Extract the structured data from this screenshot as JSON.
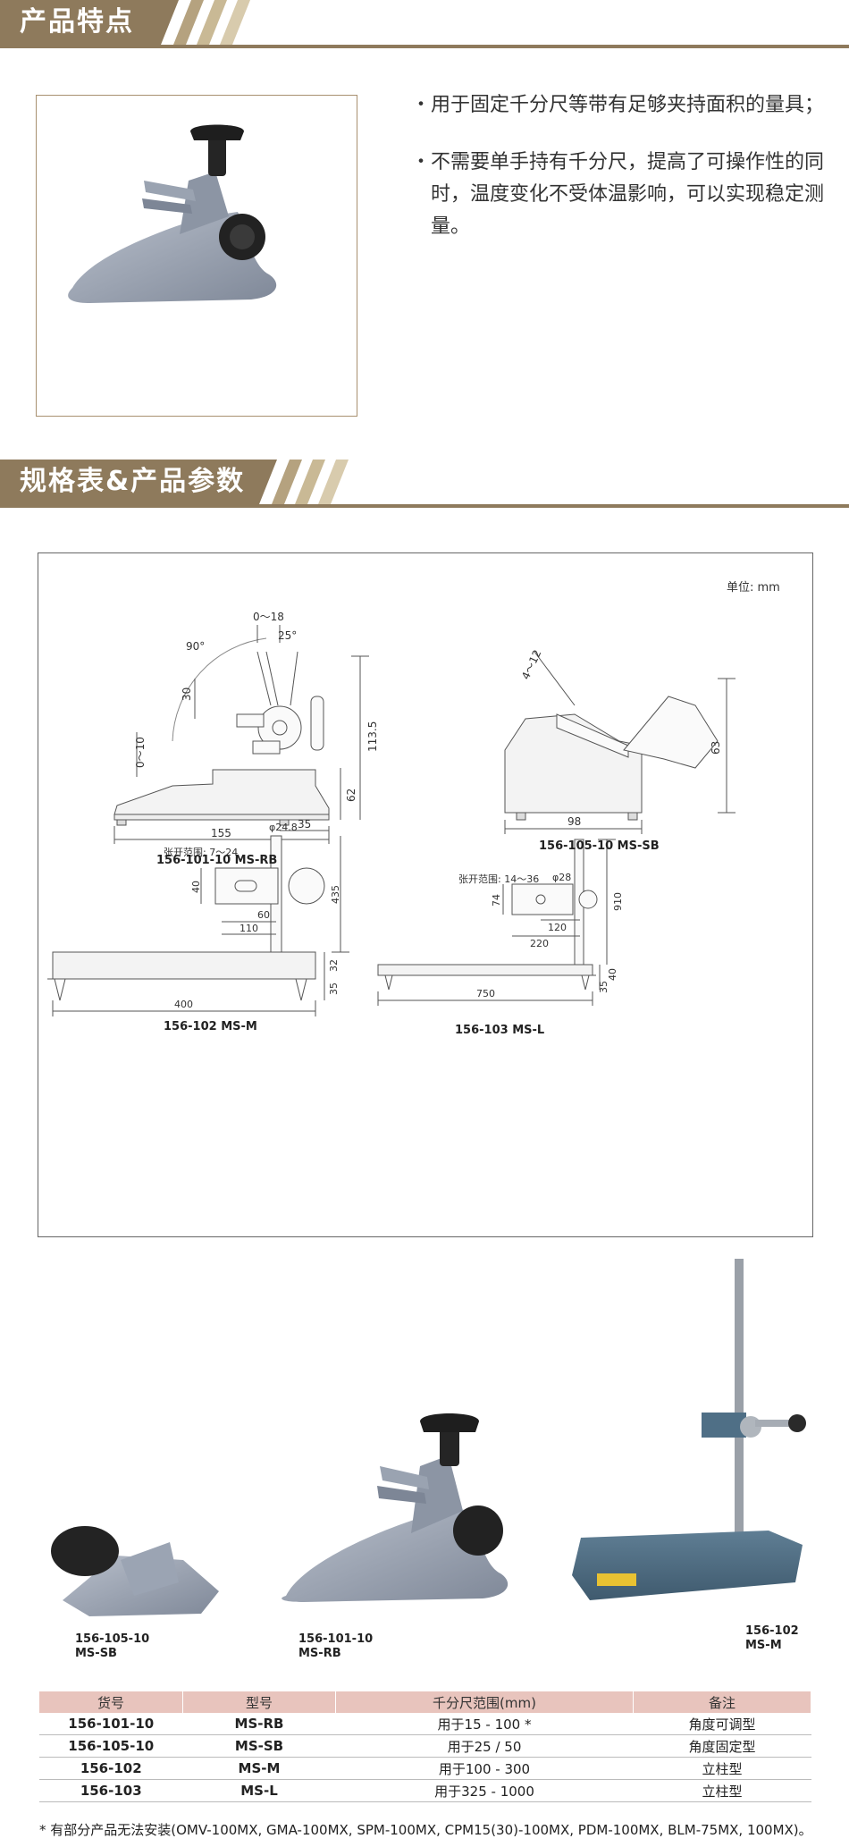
{
  "section1": {
    "title": "产品特点"
  },
  "features": [
    {
      "bullet": "・",
      "text": "用于固定千分尺等带有足够夹持面积的量具；"
    },
    {
      "bullet": "・",
      "text": "不需要单手持有千分尺，提高了可操作性的同时，温度变化不受体温影响，可以实现稳定测量。"
    }
  ],
  "section2": {
    "title": "规格表&产品参数"
  },
  "diagram": {
    "unit": "单位: mm",
    "rb": {
      "caption": "156-101-10   MS-RB",
      "d1": "0～18",
      "d2": "25°",
      "d3": "90°",
      "d4": "30",
      "d5": "0～10",
      "d6": "113.5",
      "d7": "62",
      "d8": "35",
      "d9": "155"
    },
    "sb": {
      "caption": "156-105-10   MS-SB",
      "d1": "4～12",
      "d2": "63",
      "d3": "98"
    },
    "m": {
      "caption": "156-102   MS-M",
      "d1": "φ24.8",
      "d2": "张开范围: 7～24",
      "d3": "40",
      "d4": "435",
      "d5": "60",
      "d6": "110",
      "d7": "32",
      "d8": "35",
      "d9": "400"
    },
    "l": {
      "caption": "156-103   MS-L",
      "d1": "张开范围: 14～36",
      "d2": "φ28",
      "d3": "910",
      "d4": "74",
      "d5": "120",
      "d6": "220",
      "d7": "40",
      "d8": "35",
      "d9": "750"
    }
  },
  "photo_captions": {
    "sb": {
      "code": "156-105-10",
      "model": "MS-SB"
    },
    "rb": {
      "code": "156-101-10",
      "model": "MS-RB"
    },
    "m": {
      "code": "156-102",
      "model": "MS-M"
    }
  },
  "table": {
    "headers": [
      "货号",
      "型号",
      "千分尺范围(mm)",
      "备注"
    ],
    "rows": [
      [
        "156-101-10",
        "MS-RB",
        "用于15 - 100 *",
        "角度可调型"
      ],
      [
        "156-105-10",
        "MS-SB",
        "用于25 / 50",
        "角度固定型"
      ],
      [
        "156-102",
        "MS-M",
        "用于100 - 300",
        "立柱型"
      ],
      [
        "156-103",
        "MS-L",
        "用于325 - 1000",
        "立柱型"
      ]
    ]
  },
  "note": "* 有部分产品无法安装(OMV-100MX, GMA-100MX, SPM-100MX, CPM15(30)-100MX, PDM-100MX, BLM-75MX, 100MX)。",
  "colors": {
    "header_brown": "#8e7a5c",
    "table_header": "#e8c4bd",
    "stand_gray": "#8d96a6",
    "stand_blue": "#4f6f86"
  }
}
